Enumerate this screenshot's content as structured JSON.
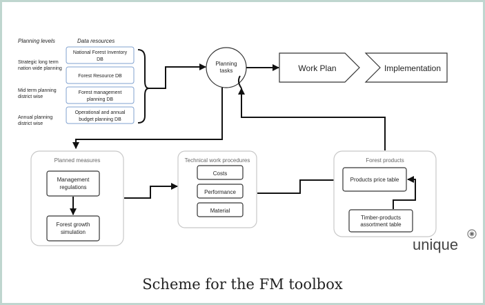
{
  "headers": {
    "levels": "Planning levels",
    "resources": "Data resources"
  },
  "levels": [
    {
      "line1": "Strategic long term",
      "line2": "nation wide planning"
    },
    {
      "line1": "Mid term planning",
      "line2": "district wise"
    },
    {
      "line1": "Annual planning",
      "line2": "district wise"
    }
  ],
  "databases": [
    {
      "line1": "National Forest Inventory",
      "line2": "DB"
    },
    {
      "line1": "Forest Resource DB",
      "line2": ""
    },
    {
      "line1": "Forest management",
      "line2": "planning DB"
    },
    {
      "line1": "Operational and annual",
      "line2": "budget planning DB"
    }
  ],
  "planning_tasks": {
    "line1": "Planning",
    "line2": "tasks"
  },
  "work_plan": "Work Plan",
  "implementation": "Implementation",
  "planned_measures": {
    "title": "Planned measures",
    "management": {
      "line1": "Management",
      "line2": "regulations"
    },
    "growth": {
      "line1": "Forest growth",
      "line2": "simulation"
    }
  },
  "technical": {
    "title": "Technical work procedures",
    "items": [
      "Costs",
      "Performance",
      "Material"
    ]
  },
  "forest_products": {
    "title": "Forest products",
    "price_table": "Products price table",
    "assortment": {
      "line1": "Timber-products",
      "line2": "assortment table"
    }
  },
  "logo": "unique",
  "caption": "Scheme for the FM toolbox",
  "colors": {
    "frame": "#bfd6cf",
    "db_border": "#7fa0cf",
    "container_border": "#c8c8c8",
    "text": "#222222"
  }
}
